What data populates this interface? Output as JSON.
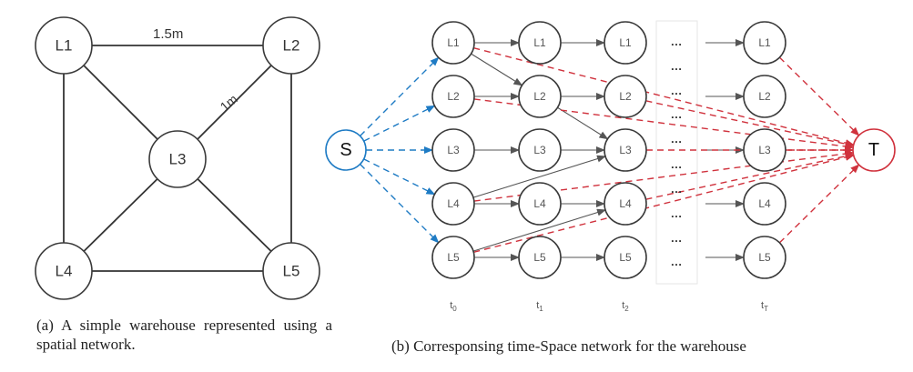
{
  "panel_a": {
    "nodes": [
      {
        "id": "L1",
        "label": "L1"
      },
      {
        "id": "L2",
        "label": "L2"
      },
      {
        "id": "L3",
        "label": "L3"
      },
      {
        "id": "L4",
        "label": "L4"
      },
      {
        "id": "L5",
        "label": "L5"
      }
    ],
    "edges": [
      {
        "from": "L1",
        "to": "L2",
        "label": "1.5m"
      },
      {
        "from": "L2",
        "to": "L3",
        "label": "1m"
      },
      {
        "from": "L1",
        "to": "L3",
        "label": ""
      },
      {
        "from": "L1",
        "to": "L4",
        "label": ""
      },
      {
        "from": "L2",
        "to": "L5",
        "label": ""
      },
      {
        "from": "L3",
        "to": "L4",
        "label": ""
      },
      {
        "from": "L3",
        "to": "L5",
        "label": ""
      },
      {
        "from": "L4",
        "to": "L5",
        "label": ""
      }
    ],
    "caption": "(a) A simple warehouse represented using a spatial network."
  },
  "panel_b": {
    "source": {
      "label": "S",
      "color": "#1e7bc4"
    },
    "sink": {
      "label": "T",
      "color": "#d0323d"
    },
    "locations": [
      "L1",
      "L2",
      "L3",
      "L4",
      "L5"
    ],
    "time_steps": [
      {
        "id": "t0",
        "base": "t",
        "sub": "0"
      },
      {
        "id": "t1",
        "base": "t",
        "sub": "1"
      },
      {
        "id": "t2",
        "base": "t",
        "sub": "2"
      },
      {
        "id": "tT",
        "base": "t",
        "sub": "T"
      }
    ],
    "ellipsis": "…",
    "wait_edges": "solid gray arrows between same location in consecutive time steps",
    "move_edges": [
      {
        "from": "L1@t0",
        "to": "L2@t1"
      },
      {
        "from": "L2@t1",
        "to": "L3@t2"
      },
      {
        "from": "L4@t0",
        "to": "L3@t2"
      },
      {
        "from": "L5@t0",
        "to": "L4@t2"
      }
    ],
    "source_edges": [
      "L1@t0",
      "L2@t0",
      "L3@t0",
      "L4@t0",
      "L5@t0"
    ],
    "sink_edges_from": [
      "L1@t0",
      "L2@t0",
      "L4@t0",
      "L5@t0",
      "L1@tT",
      "L2@t2",
      "L3@t2",
      "L4@t2",
      "L3@tT",
      "L5@tT"
    ],
    "caption": "(b) Corresponsing time-Space network for the warehouse"
  },
  "colors": {
    "source_edge": "#1e7bc4",
    "sink_edge": "#d0323d",
    "node_stroke": "#3a3a3a"
  }
}
